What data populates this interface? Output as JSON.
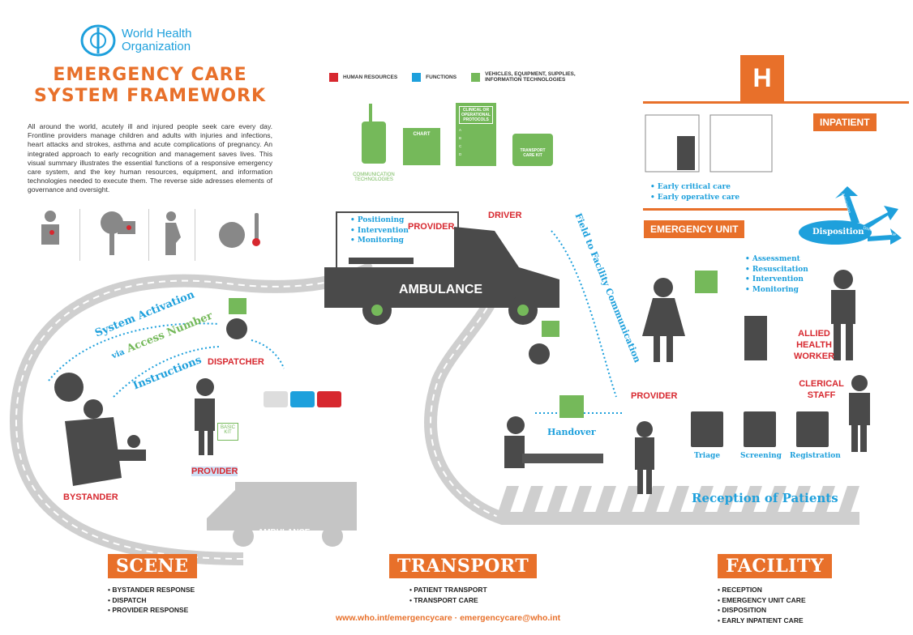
{
  "header": {
    "org_name_line1": "World Health",
    "org_name_line2": "Organization",
    "title_line1": "EMERGENCY CARE",
    "title_line2": "SYSTEM FRAMEWORK",
    "intro": "All around the world, acutely ill and injured people seek care every day. Frontline providers manage children and adults with injuries and infections, heart attacks and strokes, asthma and acute complications of pregnancy. An integrated approach to early recognition and management saves lives. This visual summary illustrates the essential functions of a responsive emergency care system, and the key human resources, equipment, and information technologies needed to execute them. The reverse side adresses elements of governance and oversight."
  },
  "legend": [
    {
      "label": "HUMAN RESOURCES",
      "color": "#d7282f"
    },
    {
      "label": "FUNCTIONS",
      "color": "#1ea0dc"
    },
    {
      "label": "VEHICLES, EQUIPMENT, SUPPLIES, INFORMATION TECHNOLOGIES",
      "color": "#75b95a"
    }
  ],
  "equipment": {
    "communication": "COMMUNICATION TECHNOLOGIES",
    "chart": "CHART",
    "protocols": "CLINICAL OR OPERATIONAL PROTOCOLS",
    "protocol_items": [
      "A",
      "B",
      "C",
      "D"
    ],
    "kit": "TRANSPORT CARE KIT"
  },
  "scene": {
    "system_activation": "System Activation",
    "via": "via",
    "access_number": "Access Number",
    "instructions": "Instructions",
    "dispatcher": "DISPATCHER",
    "bystander": "BYSTANDER",
    "provider": "PROVIDER",
    "basic_kit": "BASIC KIT",
    "ambulance": "AMBULANCE"
  },
  "transport": {
    "bullets": [
      "Positioning",
      "Intervention",
      "Monitoring"
    ],
    "provider": "PROVIDER",
    "driver": "DRIVER",
    "ambulance": "AMBULANCE",
    "communication": "Field to Facility Communication"
  },
  "facility": {
    "hospital_letter": "H",
    "inpatient": "INPATIENT",
    "inpatient_bullets": [
      "Early critical care",
      "Early operative care"
    ],
    "emergency_unit": "EMERGENCY UNIT",
    "disposition": "Disposition",
    "disposition_arrows": [
      "Admission",
      "Transfer",
      "Discharge home"
    ],
    "eu_bullets": [
      "Assessment",
      "Resuscitation",
      "Intervention",
      "Monitoring"
    ],
    "allied": "ALLIED HEALTH WORKER",
    "clerical": "CLERICAL STAFF",
    "provider": "PROVIDER",
    "handover": "Handover",
    "triage": "Triage",
    "screening": "Screening",
    "registration": "Registration",
    "reception": "Reception of Patients"
  },
  "sections": [
    {
      "title": "SCENE",
      "items": [
        "BYSTANDER RESPONSE",
        "DISPATCH",
        "PROVIDER RESPONSE"
      ]
    },
    {
      "title": "TRANSPORT",
      "items": [
        "PATIENT TRANSPORT",
        "TRANSPORT CARE"
      ]
    },
    {
      "title": "FACILITY",
      "items": [
        "RECEPTION",
        "EMERGENCY UNIT CARE",
        "DISPOSITION",
        "EARLY INPATIENT CARE"
      ]
    }
  ],
  "footer": {
    "links": "www.who.int/emergencycare · emergencycare@who.int"
  },
  "colors": {
    "accent": "#e8702a",
    "functions": "#1ea0dc",
    "human_resources": "#d7282f",
    "equipment": "#75b95a",
    "figure": "#4a4a4a",
    "road": "#c8c8c8"
  }
}
